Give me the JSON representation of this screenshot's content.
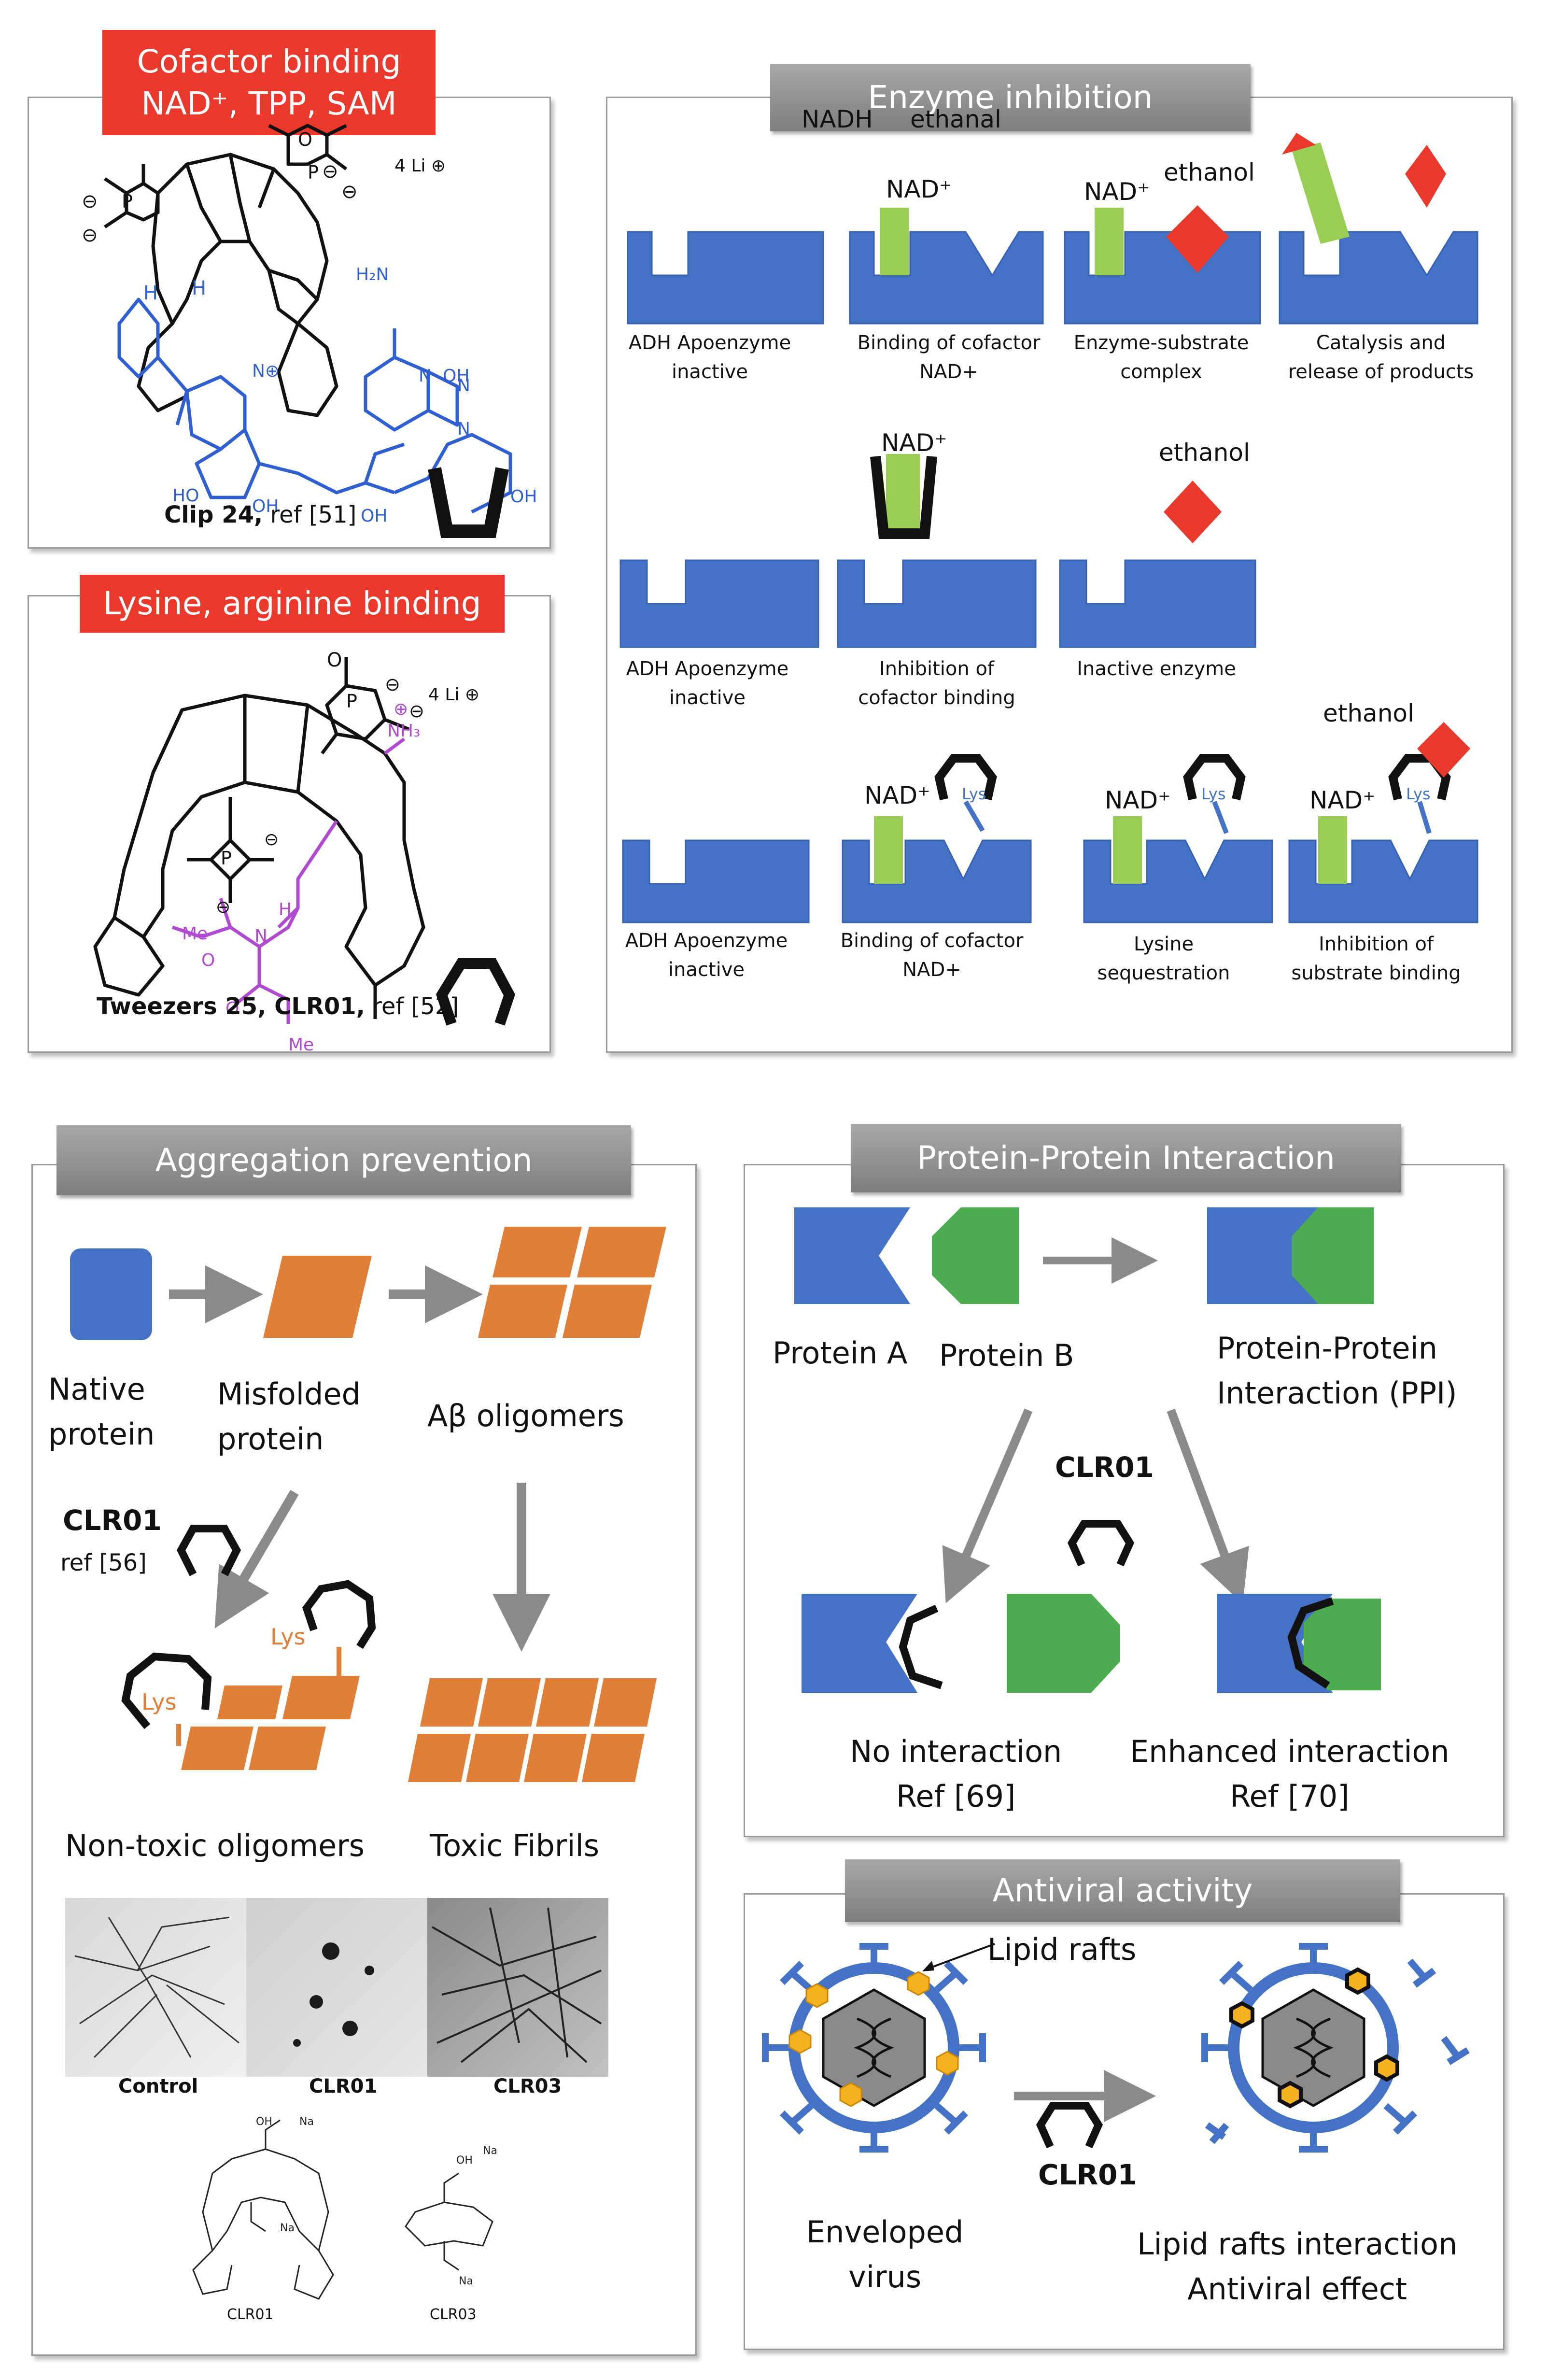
{
  "colors": {
    "blue": "#4472c4",
    "green": "#9acd53",
    "red": "#e8392c",
    "orange": "#e07f38",
    "pgreen": "#4cad50",
    "mol_blue": "#2f5fd0",
    "mol_magenta": "#b04ad0",
    "gray": "#8a8a8a"
  },
  "cofactor": {
    "title_l1": "Cofactor binding",
    "title_l2": "NAD⁺, TPP, SAM",
    "caption_b": "Clip 24,",
    "caption_r": " ref [51]",
    "li": "4 Li",
    "nh2": "H₂N",
    "n": "N",
    "oh": "OH",
    "ho": "HO",
    "o": "O",
    "h": "H",
    "icon": "clip-icon"
  },
  "lysine": {
    "title": "Lysine, arginine binding",
    "caption_b": "Tweezers 25, CLR01,",
    "caption_r": " ref [52]",
    "li": "4 Li",
    "nh3": "NH₃",
    "me": "Me",
    "n": "N",
    "h": "H",
    "o": "O",
    "icon": "tweezer-icon"
  },
  "enzyme": {
    "title": "Enzyme inhibition",
    "nad": "NAD⁺",
    "nadh": "NADH",
    "ethanal": "ethanal",
    "ethanol": "ethanol",
    "lys": "Lys",
    "row1": [
      "ADH Apoenzyme|inactive",
      "Binding of cofactor|NAD+",
      "Enzyme-substrate|complex",
      "Catalysis and|release of products"
    ],
    "row2": [
      "ADH Apoenzyme|inactive",
      "Inhibition of|cofactor binding",
      "Inactive enzyme"
    ],
    "row3": [
      "ADH Apoenzyme|inactive",
      "Binding of cofactor|NAD+",
      "Lysine|sequestration",
      "Inhibition of|substrate binding"
    ]
  },
  "aggregation": {
    "title": "Aggregation prevention",
    "native_l1": "Native",
    "native_l2": "protein",
    "misfolded_l1": "Misfolded",
    "misfolded_l2": "protein",
    "oligomers": "Aβ oligomers",
    "clr01": "CLR01",
    "ref": "ref [56]",
    "lys": "Lys",
    "nontoxic": "Non-toxic oligomers",
    "fibrils": "Toxic Fibrils",
    "img_labels": [
      "Control",
      "CLR01",
      "CLR03"
    ],
    "mol_labels": [
      "CLR01",
      "CLR03"
    ],
    "mol_na": "Na",
    "mol_oh": "OH"
  },
  "ppi": {
    "title": "Protein-Protein Interaction",
    "protein_a": "Protein A",
    "protein_b": "Protein B",
    "ppi_l1": "Protein-Protein",
    "ppi_l2": "Interaction (PPI)",
    "clr01": "CLR01",
    "no_l1": "No interaction",
    "no_l2": "Ref [69]",
    "enh_l1": "Enhanced interaction",
    "enh_l2": "Ref [70]"
  },
  "antiviral": {
    "title": "Antiviral activity",
    "lipid": "Lipid rafts",
    "clr01": "CLR01",
    "env_l1": "Enveloped",
    "env_l2": "virus",
    "res_l1": "Lipid rafts interaction",
    "res_l2": "Antiviral effect"
  }
}
